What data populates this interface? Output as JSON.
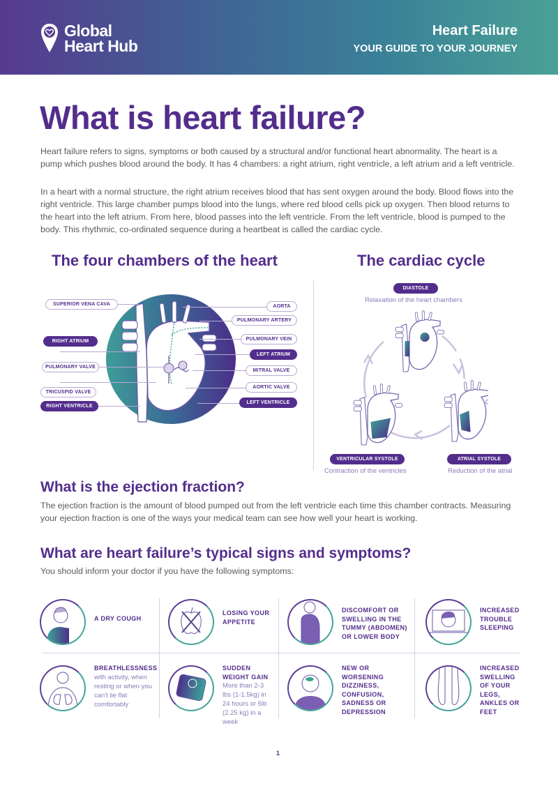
{
  "header": {
    "logo_line1": "Global",
    "logo_line2": "Heart Hub",
    "title": "Heart Failure",
    "subtitle": "YOUR GUIDE TO YOUR JOURNEY",
    "gradient_start": "#563a8f",
    "gradient_end": "#4ba196"
  },
  "page_title": "What is heart failure?",
  "intro": [
    "Heart failure refers to signs, symptoms or both caused by a structural and/or functional heart abnormality. The heart is a pump which pushes blood around the body. It has 4 chambers: a right atrium, right ventricle, a left atrium and a left ventricle.",
    "In a heart with a normal structure, the right atrium receives blood that has sent oxygen around the body. Blood flows into the right ventricle. This large chamber pumps blood into the lungs, where red blood cells pick up oxygen. Then blood returns to the heart into the left atrium. From here, blood passes into the left ventricle. From the left ventricle, blood is pumped to the body. This rhythmic, co-ordinated sequence during a heartbeat is called the cardiac cycle."
  ],
  "chambers": {
    "title": "The four chambers of the heart",
    "labels_left": [
      {
        "text": "SUPERIOR VENA CAVA",
        "style": "outline"
      },
      {
        "text": "RIGHT ATRIUM",
        "style": "filled"
      },
      {
        "text": "PULMONARY VALVE",
        "style": "outline"
      },
      {
        "text": "TRICUSPID VALVE",
        "style": "outline"
      },
      {
        "text": "RIGHT VENTRICLE",
        "style": "filled"
      }
    ],
    "labels_right": [
      {
        "text": "AORTA",
        "style": "outline"
      },
      {
        "text": "PULMONARY ARTERY",
        "style": "outline"
      },
      {
        "text": "PULMONARY VEIN",
        "style": "outline"
      },
      {
        "text": "LEFT ATRIUM",
        "style": "filled"
      },
      {
        "text": "MITRAL VALVE",
        "style": "outline"
      },
      {
        "text": "AORTIC VALVE",
        "style": "outline"
      },
      {
        "text": "LEFT VENTRICLE",
        "style": "filled"
      }
    ]
  },
  "cardiac_cycle": {
    "title": "The cardiac cycle",
    "phases": [
      {
        "label": "DIASTOLE",
        "caption": "Relaxation of the heart chambers"
      },
      {
        "label": "ATRIAL SYSTOLE",
        "caption": "Reduction of the atrial"
      },
      {
        "label": "VENTRICULAR SYSTOLE",
        "caption": "Contraction of the ventricles"
      }
    ]
  },
  "ejection": {
    "title": "What is the ejection fraction?",
    "body": "The ejection fraction is the amount of blood pumped out from the left ventricle each time this chamber contracts. Measuring your ejection fraction is one of the ways your medical team can see how well your heart is working."
  },
  "symptoms": {
    "title": "What are heart failure’s typical signs and symptoms?",
    "subtitle": "You should inform your doctor if you have the following symptoms:",
    "items": [
      {
        "title": "A DRY COUGH",
        "detail": "",
        "icon": "cough-icon"
      },
      {
        "title": "LOSING YOUR APPETITE",
        "detail": "",
        "icon": "crossed-apple-icon"
      },
      {
        "title": "DISCOMFORT OR SWELLING IN THE TUMMY (ABDOMEN) OR LOWER BODY",
        "detail": "",
        "icon": "abdomen-icon"
      },
      {
        "title": "INCREASED TROUBLE SLEEPING",
        "detail": "",
        "icon": "sleep-icon"
      },
      {
        "title": "BREATHLESSNESS",
        "detail": "with activity, when resting or when you can't lie flat comfortably",
        "icon": "lungs-icon"
      },
      {
        "title": "SUDDEN WEIGHT GAIN",
        "detail": "More than 2-3 lbs (1-1.5kg) in 24 hours or 5lb (2.25 kg) in a week",
        "icon": "scale-icon"
      },
      {
        "title": "NEW OR WORSENING DIZZINESS, CONFUSION, SADNESS OR DEPRESSION",
        "detail": "",
        "icon": "dizzy-icon"
      },
      {
        "title": "INCREASED SWELLING OF YOUR LEGS, ANKLES OR FEET",
        "detail": "",
        "icon": "swollen-feet-icon"
      }
    ]
  },
  "page_number": "1",
  "colors": {
    "purple": "#532d8c",
    "teal": "#43a598",
    "lavender": "#8b7bb8"
  }
}
